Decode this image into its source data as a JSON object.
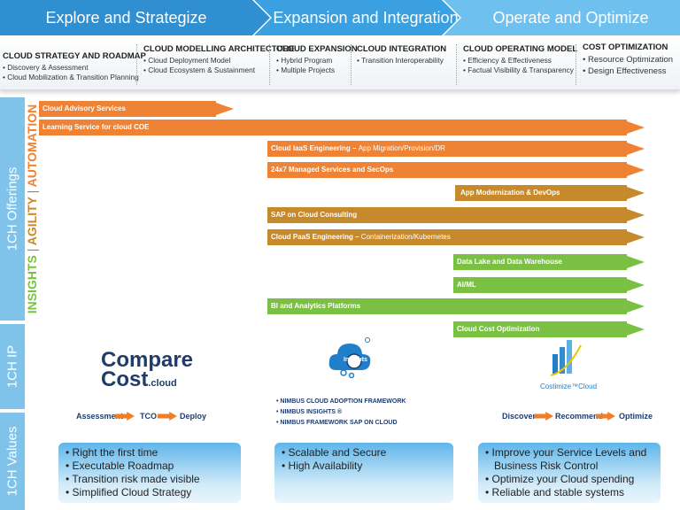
{
  "phases": [
    "Explore and Strategize",
    "Expansion and Integration",
    "Operate and Optimize"
  ],
  "capabilities": [
    {
      "title": "CLOUD STRATEGY AND ROADMAP",
      "items": [
        "Discovery & Assessment",
        "Cloud Mobilization & Transition Planning"
      ]
    },
    {
      "title": "CLOUD MODELLING ARCHITECTURE",
      "items": [
        "Cloud Deployment Model",
        "Cloud Ecosystem & Sustainment"
      ]
    },
    {
      "title": "CLOUD EXPANSION",
      "items": [
        "Hybrid Program",
        "Multiple Projects"
      ]
    },
    {
      "title": "CLOUD INTEGRATION",
      "items": [
        "Transition Interoperability"
      ]
    },
    {
      "title": "CLOUD OPERATING MODEL",
      "items": [
        "Efficiency & Effectiveness",
        "Factual Visibility & Transparency"
      ]
    },
    {
      "title": "COST OPTIMIZATION",
      "items": [
        "Resource Optimization",
        "Design Effectiveness"
      ]
    }
  ],
  "side_labels": {
    "offerings": "1CH Offerings",
    "ip": "1CH IP",
    "values": "1CH Values"
  },
  "pillars": {
    "insights": "INSIGHTS",
    "sep1": "|",
    "agility": "AGILITY",
    "sep2": "|",
    "automation": "AUTOMATION"
  },
  "offerings": [
    {
      "label": "Cloud Advisory Services",
      "detail": ""
    },
    {
      "label": "Learning Service for cloud COE",
      "detail": ""
    },
    {
      "label": "Cloud IaaS Engineering – ",
      "detail": "App Migration/Provision/DR"
    },
    {
      "label": "24x7 Managed Services and SecOps",
      "detail": ""
    },
    {
      "label": "App Modernization & DevOps",
      "detail": ""
    },
    {
      "label": "SAP on Cloud Consulting",
      "detail": ""
    },
    {
      "label": "Cloud PaaS Engineering – ",
      "detail": "Containerization/Kubernetes"
    },
    {
      "label": "Data Lake and Data Warehouse",
      "detail": ""
    },
    {
      "label": "AI/ML",
      "detail": ""
    },
    {
      "label": "BI and Analytics Platforms",
      "detail": ""
    },
    {
      "label": "Cloud Cost Optimization",
      "detail": ""
    }
  ],
  "ip": {
    "comparecost": {
      "line1": "Compare",
      "line2": "Cost",
      "suffix": ".cloud",
      "flow": [
        "Assessment",
        "TCO",
        "Deploy"
      ]
    },
    "nimbus": {
      "logo_text": "Insights",
      "items": [
        "NIMBUS CLOUD ADOPTION FRAMEWORK",
        "NIMBUS INSIGHTS ®",
        "NIMBUS FRAMEWORK SAP ON CLOUD"
      ]
    },
    "costimize": {
      "logo_text": "Costimize™Cloud",
      "flow": [
        "Discover",
        "Recommend",
        "Optimize"
      ]
    }
  },
  "values": [
    [
      "Right the first time",
      "Executable Roadmap",
      "Transition risk made visible",
      "Simplified Cloud Strategy"
    ],
    [
      "Scalable and Secure",
      "High Availability"
    ],
    [
      "Improve your Service Levels and Business Risk Control",
      "Optimize your Cloud spending",
      "Reliable and stable systems"
    ]
  ],
  "colors": {
    "orange": "#ee8235",
    "brown": "#c68a2c",
    "green": "#7ac143",
    "blue": "#2f8fd0"
  }
}
